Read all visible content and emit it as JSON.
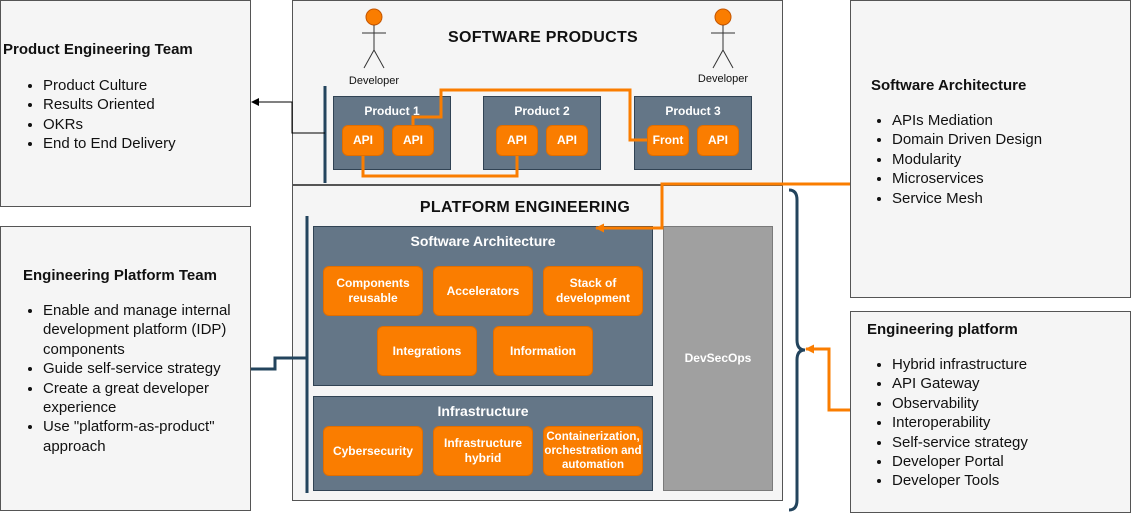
{
  "left_top": {
    "title": "Product Engineering Team",
    "items": [
      "Product Culture",
      "Results Oriented",
      "OKRs",
      "End to End Delivery"
    ]
  },
  "left_bottom": {
    "title": "Engineering Platform Team",
    "items": [
      "Enable and manage internal development platform (IDP) components",
      "Guide self-service strategy",
      "Create a great developer experience",
      "Use \"platform-as-product\" approach"
    ]
  },
  "right_top": {
    "title": "Software Architecture",
    "items": [
      "APIs Mediation",
      "Domain Driven Design",
      "Modularity",
      "Microservices",
      "Service Mesh"
    ]
  },
  "right_bottom": {
    "title": "Engineering platform",
    "items": [
      "Hybrid infrastructure",
      "API Gateway",
      "Observability",
      "Interoperability",
      "Self-service strategy",
      "Developer Portal",
      "Developer Tools"
    ]
  },
  "software_products": {
    "title": "SOFTWARE PRODUCTS",
    "developer_left": "Developer",
    "developer_right": "Developer",
    "products": [
      {
        "name": "Product 1",
        "items": [
          "API",
          "API"
        ]
      },
      {
        "name": "Product 2",
        "items": [
          "API",
          "API"
        ]
      },
      {
        "name": "Product 3",
        "items": [
          "Front",
          "API"
        ]
      }
    ]
  },
  "platform": {
    "title": "PLATFORM ENGINEERING",
    "software_architecture": {
      "title": "Software Architecture",
      "items": [
        "Components reusable",
        "Accelerators",
        "Stack of development",
        "Integrations",
        "Information"
      ]
    },
    "infrastructure": {
      "title": "Infrastructure",
      "items": [
        "Cybersecurity",
        "Infrastructure hybrid",
        "Containerization, orchestration and automation"
      ]
    },
    "devsecops": "DevSecOps"
  },
  "colors": {
    "orange": "#fa7d00",
    "slate": "#647687",
    "navy": "#23445d",
    "gray": "#a0a0a0",
    "panel": "#f5f5f5"
  }
}
